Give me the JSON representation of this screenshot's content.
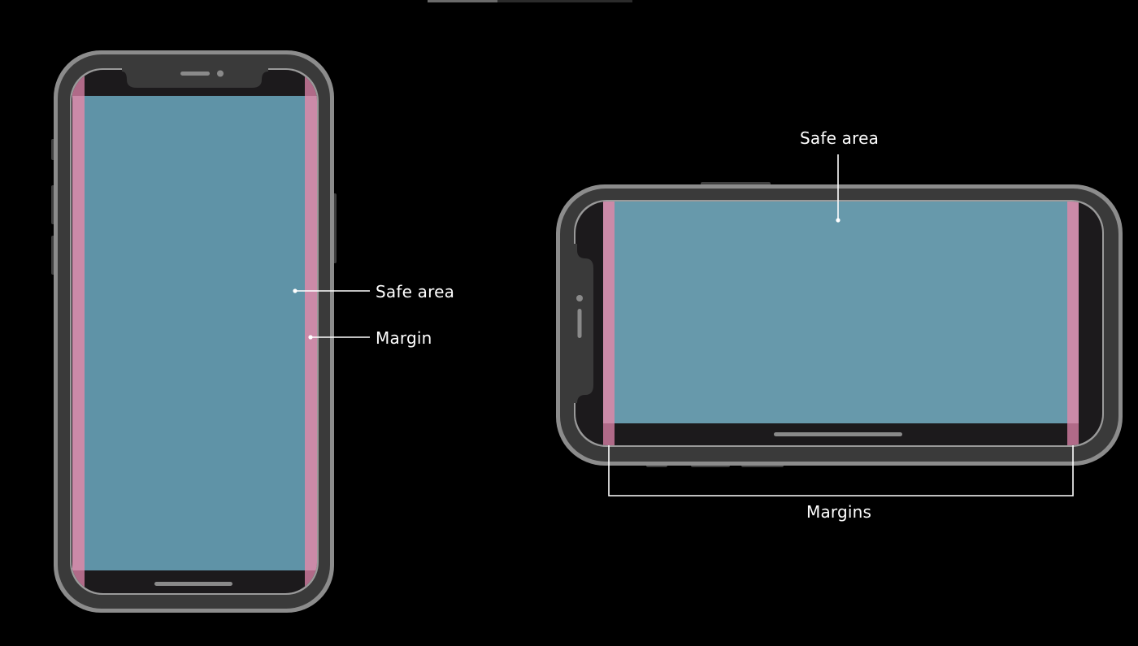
{
  "portrait": {
    "safe_area_label": "Safe area",
    "margin_label": "Margin"
  },
  "landscape": {
    "safe_area_label": "Safe area",
    "margins_label": "Margins"
  },
  "colors": {
    "background": "#000000",
    "device_frame": "#3a3a3a",
    "device_rim": "#8c8c8c",
    "screen_dark": "#1c1a1c",
    "safe_area": "#5f93a7",
    "margin": "#cb8aa8",
    "margin_corner": "#b06a88",
    "leader_line": "#ffffff"
  }
}
